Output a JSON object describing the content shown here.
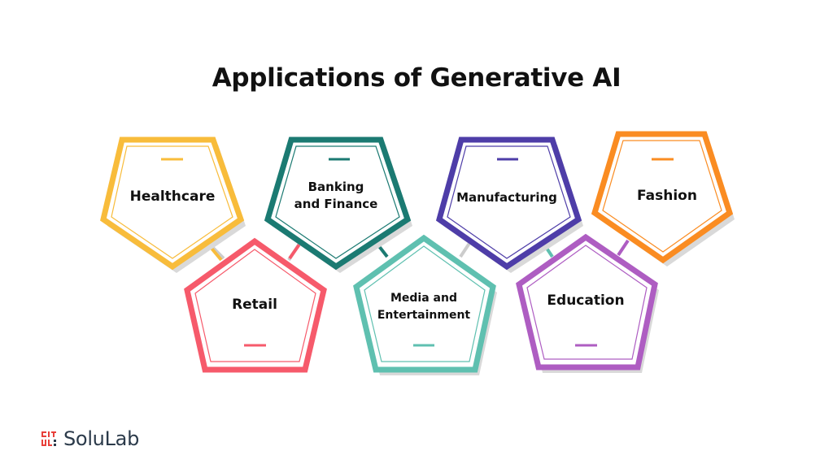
{
  "title": "Applications of Generative AI",
  "items": [
    {
      "label": "Healthcare",
      "color": "#F8BC3B",
      "orientation": "down"
    },
    {
      "label": "Retail",
      "color": "#F65A6B",
      "orientation": "up"
    },
    {
      "label": "Banking and Finance",
      "line1": "Banking",
      "line2": "and Finance",
      "color": "#1B7A72",
      "orientation": "down"
    },
    {
      "label": "Media and Entertainment",
      "line1": "Media and",
      "line2": "Entertainment",
      "color": "#5FC0B0",
      "orientation": "up"
    },
    {
      "label": "Manufacturing",
      "color": "#4E3DA8",
      "orientation": "down"
    },
    {
      "label": "Education",
      "color": "#AE5DC2",
      "orientation": "up"
    },
    {
      "label": "Fashion",
      "color": "#FA8C22",
      "orientation": "down"
    }
  ],
  "logo": {
    "text": "SoluLab",
    "icon": "solulab-logo-icon",
    "icon_color": "#E8403A"
  }
}
